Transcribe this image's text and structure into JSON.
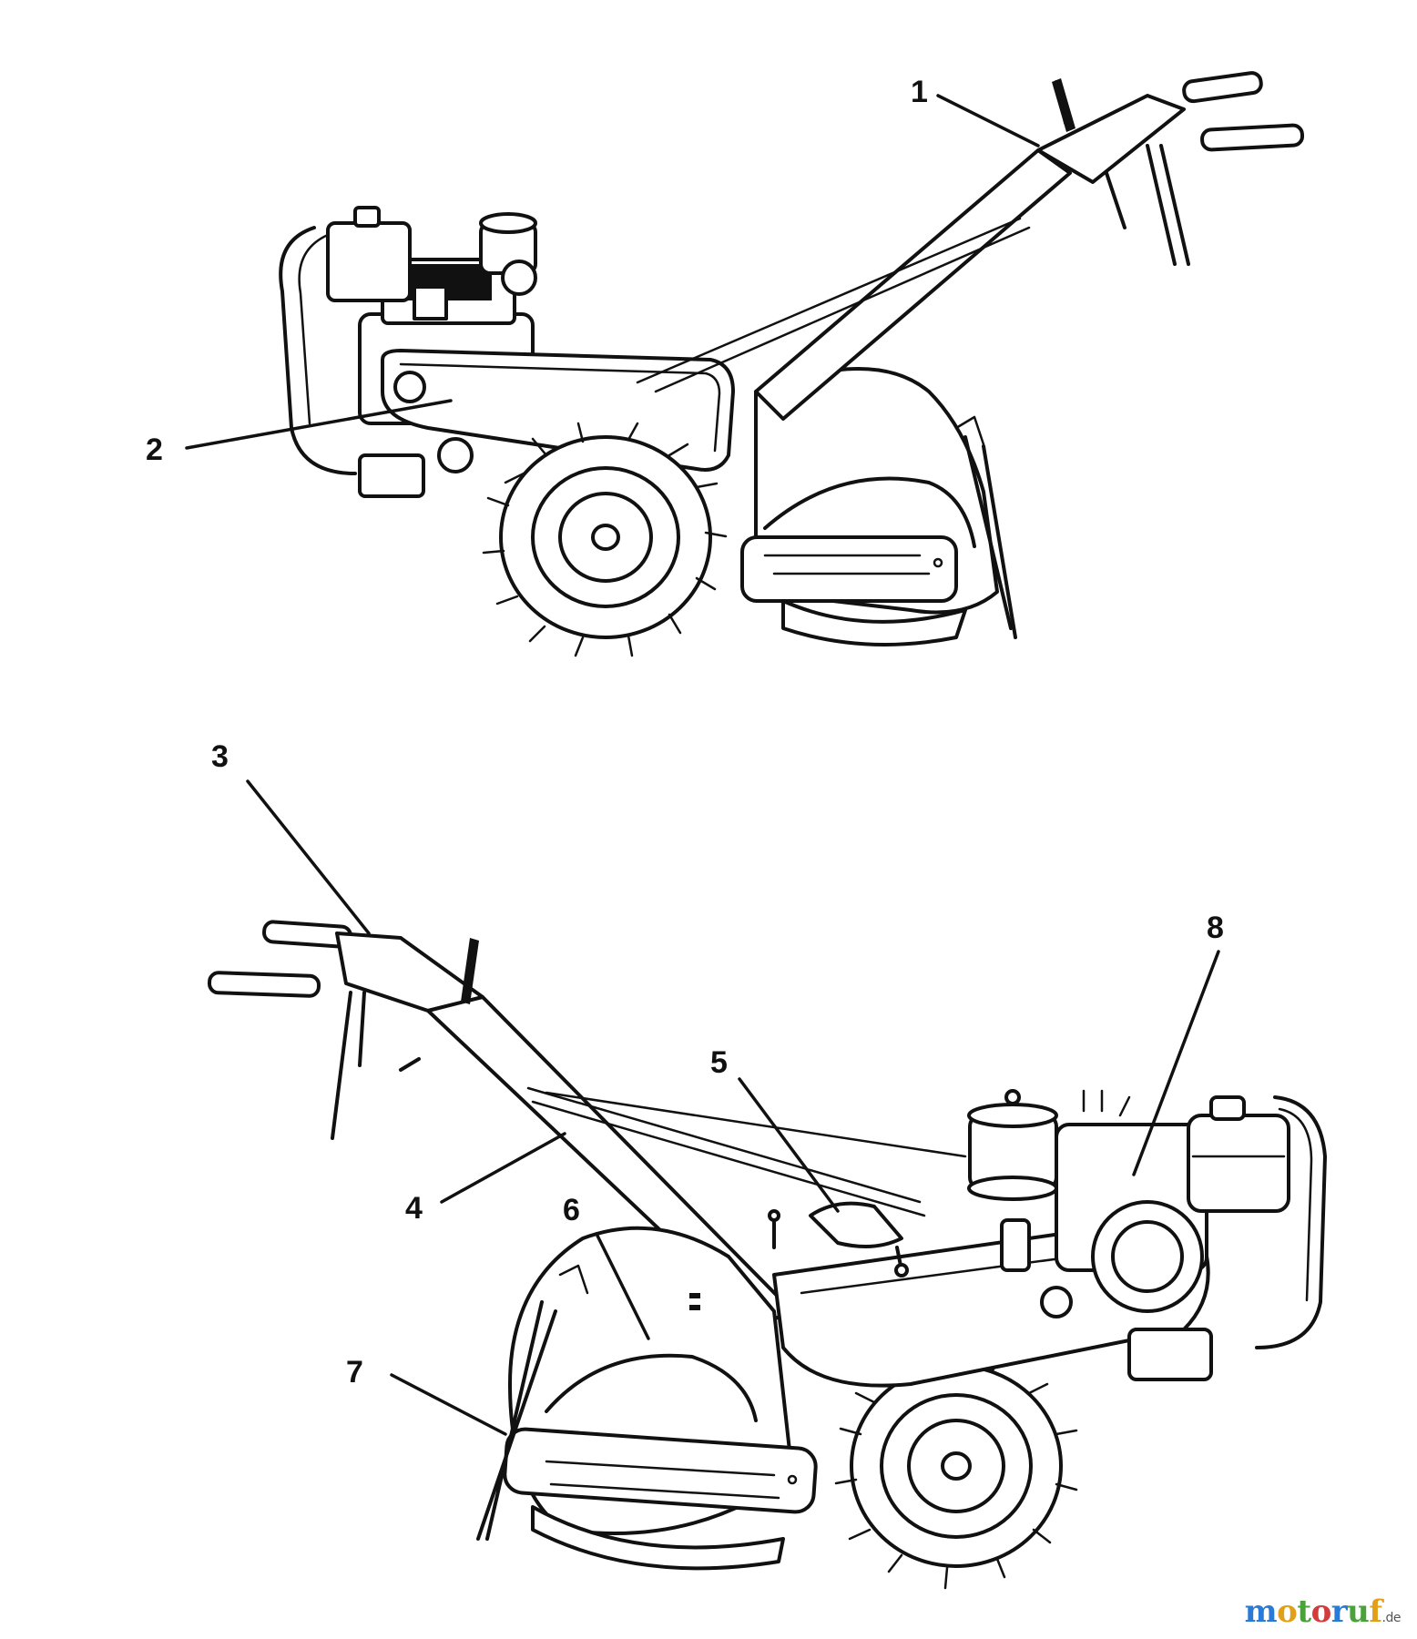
{
  "callouts": {
    "c1": "1",
    "c2": "2",
    "c3": "3",
    "c4": "4",
    "c5": "5",
    "c6": "6",
    "c7": "7",
    "c8": "8"
  },
  "watermark": {
    "text": "motoruf",
    "suffix": ".de"
  },
  "colors": {
    "line": "#111111",
    "background": "#ffffff",
    "watermark_blue": "#2a7bd5",
    "watermark_orange": "#e0a01a",
    "watermark_green": "#49a23a",
    "watermark_red": "#d23c3c"
  }
}
